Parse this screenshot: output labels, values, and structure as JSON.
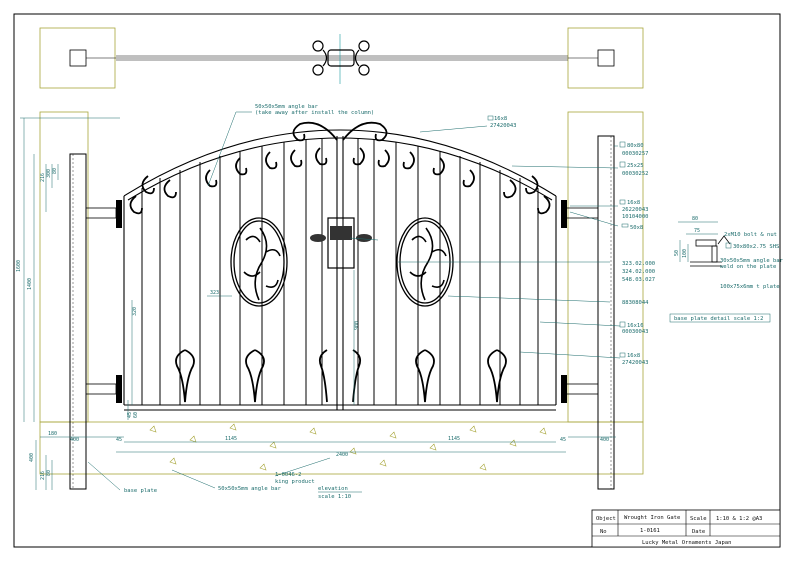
{
  "drawing": {
    "plan_labels": [],
    "annotations": {
      "angle_bar_top": "50x50x5mm angle bar",
      "angle_bar_note": "(take away after install the column)",
      "bar_16x8_top": "16x8",
      "bar_16x8_top_code": "27420043",
      "col_80x80": "80x80",
      "col_80x80_code": "00030257",
      "bar_25x25": "25x25",
      "bar_25x25_code": "00030252",
      "bar_16x8_mid": "16x8",
      "bar_16x8_mid_code": "26220043",
      "code_10104000": "10104000",
      "bar_50x8": "50x8",
      "part_323": "323.02.000",
      "part_324": "324.02.000",
      "part_548": "548.03.027",
      "part_88308044": "88308044",
      "bar_16x16": "16x16",
      "bar_16x16_code": "00030043",
      "bar_16x8_low": "16x8",
      "bar_16x8_low_code": "27420043",
      "base_plate": "base plate",
      "angle_bar_bottom": "50x50x5mm angle bar",
      "king_product_code": "1-0046-2",
      "king_product": "king product",
      "elevation": "elevation",
      "elevation_scale": "scale 1:10"
    },
    "dimensions": {
      "d_1600": "1600",
      "d_1400": "1400",
      "d_216_a": "216",
      "d_300": "300",
      "d_80_a": "80",
      "d_400_left": "400",
      "d_216_b": "216",
      "d_80_b": "80",
      "d_180": "180",
      "d_400_bottom": "400",
      "d_45_left": "45",
      "d_1145_left": "1145",
      "d_1145_right": "1145",
      "d_45_right": "45",
      "d_400_right": "400",
      "d_2400": "2400",
      "d_320": "320",
      "d_323": "323",
      "d_900": "900",
      "d_45_bottom": "45",
      "d_60": "60"
    },
    "detail": {
      "d_80": "80",
      "d_75": "75",
      "d_50": "50",
      "d_100": "100",
      "bolt": "2xM10 bolt & nut",
      "angle_30": "30x80x2.75 SHS",
      "angle_bar": "30x50x5mm angle bar",
      "weld_note": "weld on the plate",
      "plate": "100x75x6mm t plate",
      "caption": "base plate detail  scale 1:2"
    },
    "title_block": {
      "object_label": "Object",
      "object_value": "Wrought Iron Gate",
      "scale_label": "Scale",
      "scale_value": "1:10 & 1:2 @A3",
      "no_label": "No",
      "no_value": "1-0161",
      "date_label": "Date",
      "date_value": "",
      "company": "Lucky Metal Ornaments Japan"
    }
  }
}
